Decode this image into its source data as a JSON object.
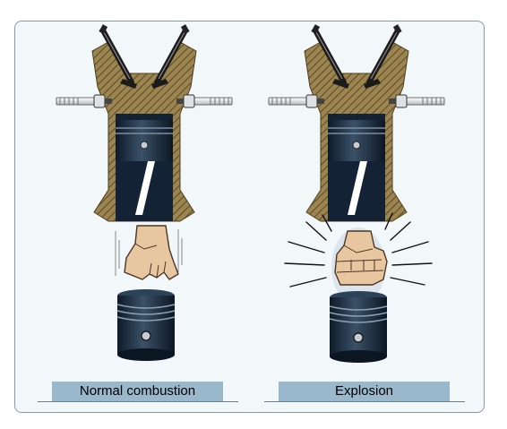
{
  "labels": {
    "left": "Normal combustion",
    "right": "Explosion"
  },
  "colors": {
    "panel_background": "#f2f7fa",
    "caption_background": "#9ab8cb",
    "cylinder_wall": "#9c8550",
    "piston": "#1e3046",
    "charge_yellow": "#ffce1c",
    "charge_orange": "#ff8a14",
    "hand_skin": "#e8c7a0"
  },
  "icons": [
    "engine-cylinder",
    "spark-plug",
    "valve",
    "piston",
    "hand",
    "fist",
    "blast-lines"
  ]
}
